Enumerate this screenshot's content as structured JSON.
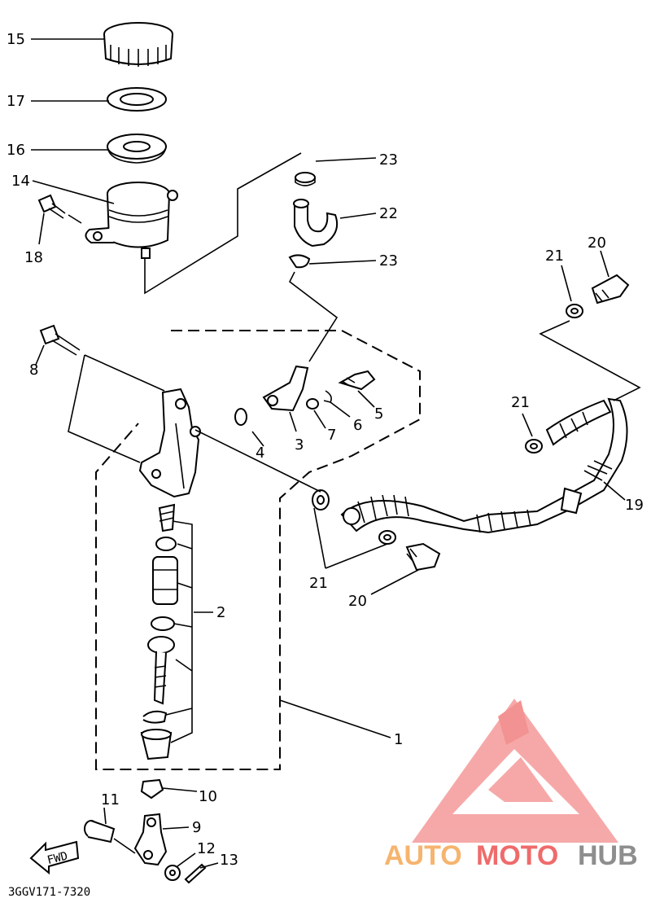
{
  "drawing_code": "3GGV171-7320",
  "fwd_label": "FWD",
  "watermark": {
    "auto": "AUTO",
    "moto": "MOTO",
    "hub": "HUB"
  },
  "callouts": {
    "c1": "1",
    "c2": "2",
    "c3": "3",
    "c4": "4",
    "c5": "5",
    "c6": "6",
    "c7": "7",
    "c8": "8",
    "c9": "9",
    "c10": "10",
    "c11": "11",
    "c12": "12",
    "c13": "13",
    "c14": "14",
    "c15": "15",
    "c16": "16",
    "c17": "17",
    "c18": "18",
    "c19": "19",
    "c20a": "20",
    "c20b": "20",
    "c21a": "21",
    "c21b": "21",
    "c21c": "21",
    "c22": "22",
    "c23a": "23",
    "c23b": "23"
  },
  "colors": {
    "line": "#000000",
    "watermark_red": "#ef6b6b",
    "watermark_orange": "#f6b46e",
    "watermark_gray": "#8e8e8e"
  }
}
